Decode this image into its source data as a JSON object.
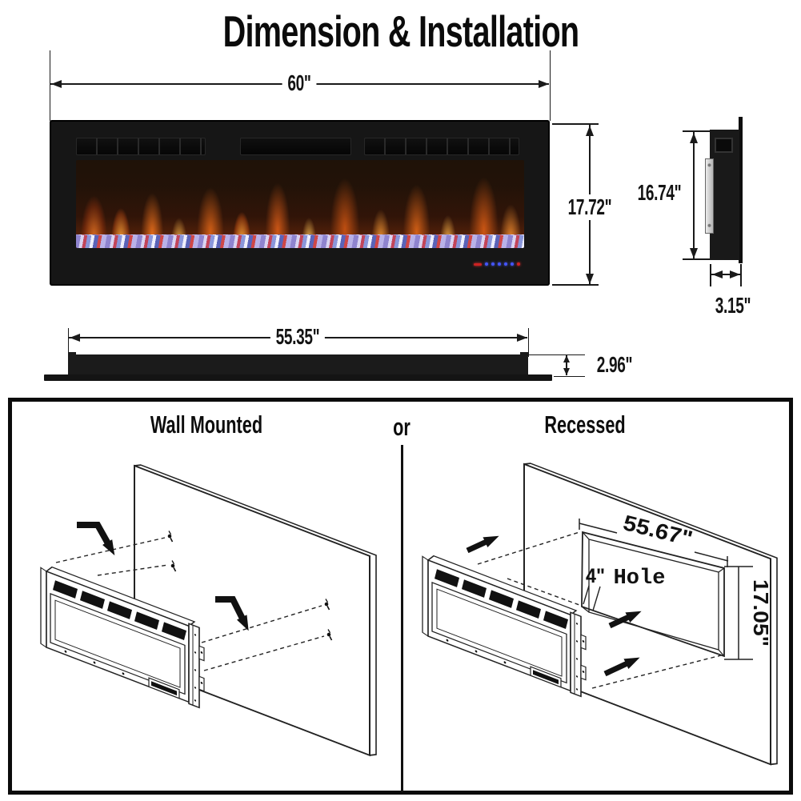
{
  "title": "Dimension & Installation",
  "front_view": {
    "width_label": "60\"",
    "height_label": "17.72\""
  },
  "side_view": {
    "height_label": "16.74\"",
    "depth_label": "3.15\""
  },
  "bottom_view": {
    "width_label": "55.35\"",
    "height_label": "2.96\""
  },
  "installation": {
    "left_title": "Wall Mounted",
    "divider_label": "or",
    "right_title": "Recessed",
    "hole_width_label": "55.67\"",
    "hole_label": "Hole",
    "hole_depth_label": "4\"",
    "hole_height_label": "17.05\""
  },
  "colors": {
    "line_black": "#111111",
    "fireplace_black": "#161616",
    "flame_orange": "#ff8c2a",
    "crystal_purple": "#9b8fd4",
    "led_blue": "#4455ff",
    "led_red": "#cc2222"
  }
}
